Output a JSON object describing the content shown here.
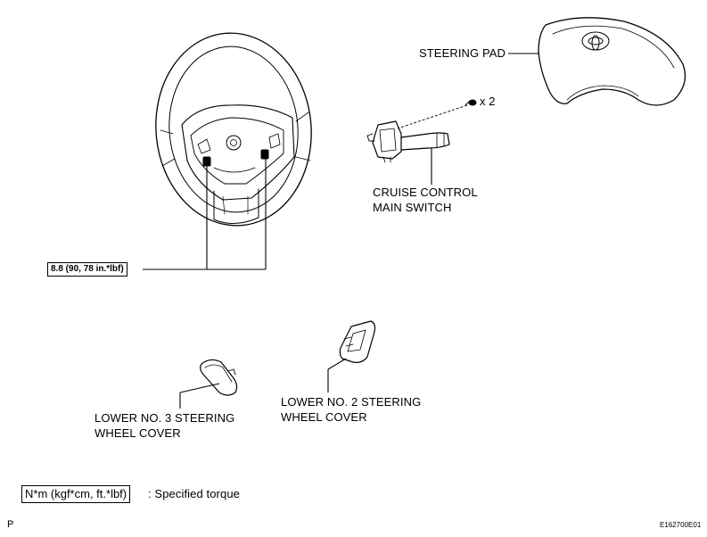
{
  "labels": {
    "steering_pad": "STEERING PAD",
    "screw_qty": "x 2",
    "cruise_line1": "CRUISE CONTROL",
    "cruise_line2": "MAIN SWITCH",
    "torque": "8.8 (90, 78 in.*lbf)",
    "lower3_line1": "LOWER NO. 3 STEERING",
    "lower3_line2": "WHEEL COVER",
    "lower2_line1": "LOWER NO. 2 STEERING",
    "lower2_line2": "WHEEL COVER"
  },
  "legend": {
    "unit": "N*m (kgf*cm, ft.*lbf)",
    "description": ": Specified torque"
  },
  "footer": {
    "left_mark": "P",
    "figure_id": "E162700E01"
  },
  "icons": [
    "steering-wheel-icon",
    "steering-pad-icon",
    "toyota-logo-icon",
    "screw-icon",
    "cruise-switch-icon",
    "bolt-icon",
    "lower-cover-3-icon",
    "lower-cover-2-icon"
  ]
}
